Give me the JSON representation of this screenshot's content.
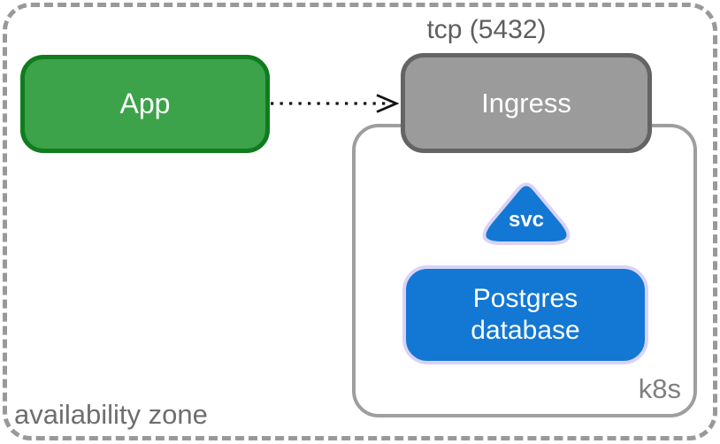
{
  "colors": {
    "zone-border": "#999999",
    "app-fill": "#3CA34A",
    "app-border": "#0F7C1E",
    "ingress-fill": "#9B9B9B",
    "ingress-border": "#646464",
    "k8s-border": "#9E9E9E",
    "k8s-label-color": "#7F7F7F",
    "blue-fill": "#1377D4",
    "blue-border": "#D8D3F7",
    "edge-color": "#111111",
    "edge-label-color": "#5E5E5E",
    "zone-label-color": "#6E6E6E",
    "node-text": "#ffffff"
  },
  "zone": {
    "label": "availability zone"
  },
  "edge": {
    "label": "tcp (5432)"
  },
  "nodes": {
    "app": {
      "label": "App"
    },
    "ingress": {
      "label": "Ingress"
    },
    "svc": {
      "label": "svc"
    },
    "postgres": {
      "label": "Postgres\ndatabase"
    },
    "k8s": {
      "label": "k8s"
    }
  }
}
